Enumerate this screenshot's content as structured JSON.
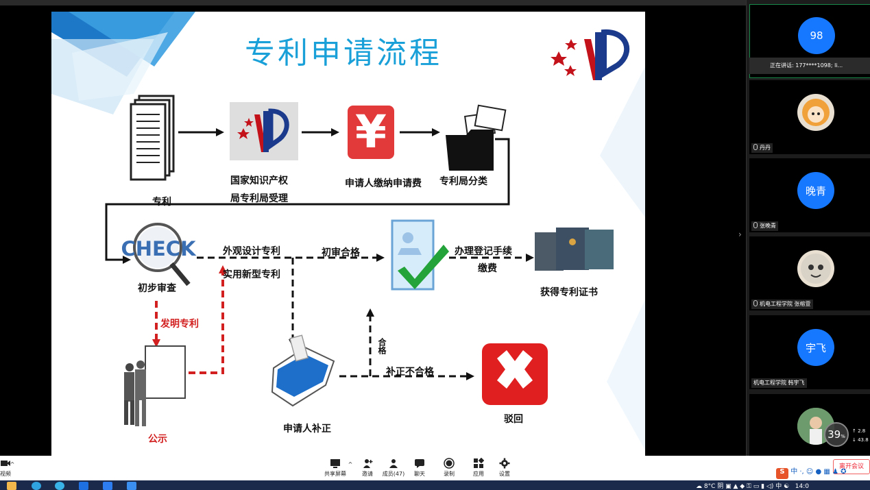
{
  "slide": {
    "title": "专利申请流程",
    "labels": {
      "patent": "专利",
      "office_accept_line1": "国家知识产权",
      "office_accept_line2": "局专利局受理",
      "pay_fee": "申请人缴纳申请费",
      "classify": "专利局分类",
      "check_word": "CHECK",
      "prelim_exam": "初步审查",
      "design_patent": "外观设计专利",
      "utility_patent": "实用新型专利",
      "prelim_pass": "初审合格",
      "register_line1": "办理登记手续",
      "register_line2": "缴费",
      "get_certificate": "获得专利证书",
      "invention_patent": "发明专利",
      "publish": "公示",
      "applicant_correct": "申请人补正",
      "qualified": "合格",
      "correct_fail": "补正不合格",
      "reject": "驳回"
    }
  },
  "sidebar": {
    "participants": [
      {
        "avatar_text": "98",
        "speaking_label": "正在讲话: 177****1098; li..."
      },
      {
        "avatar_text": "",
        "name": "丹丹"
      },
      {
        "avatar_text": "晚青",
        "name": "张晚青"
      },
      {
        "avatar_text": "",
        "name": "机电工程学院 张榕萱"
      },
      {
        "avatar_text": "宇飞",
        "name": "机电工程学院 韩宇飞"
      },
      {
        "avatar_text": "",
        "name": ""
      }
    ],
    "perf_value": "39",
    "perf_unit": "%",
    "net_up": "2.8",
    "net_down": "43.8"
  },
  "toolbar": {
    "video": "视频",
    "share": "共享屏幕",
    "invite": "邀请",
    "members": "成员(47)",
    "chat": "聊天",
    "record": "录制",
    "apps": "应用",
    "settings": "设置",
    "end_meeting": "离开会议"
  },
  "ime": {
    "label": "中"
  },
  "taskbar": {
    "weather": "8°C 阴",
    "input_lang": "中",
    "clock": "14:0"
  },
  "colors": {
    "accent_blue": "#1677ff",
    "title_blue": "#1aa0d8",
    "flow_red": "#d21f1f"
  }
}
